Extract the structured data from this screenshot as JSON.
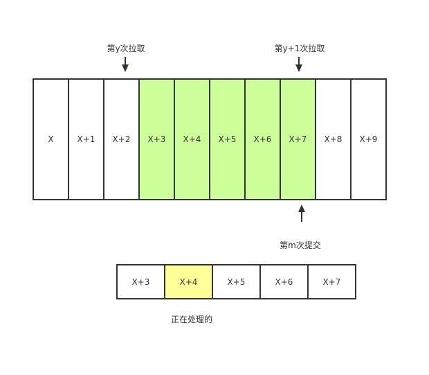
{
  "top_labels": {
    "pull_y": "第y次拉取",
    "pull_y1": "第y+1次拉取",
    "commit_m": "第m次提交"
  },
  "main_row": {
    "cells": [
      {
        "label": "X",
        "fill": "#ffffff"
      },
      {
        "label": "X+1",
        "fill": "#ffffff"
      },
      {
        "label": "X+2",
        "fill": "#ffffff"
      },
      {
        "label": "X+3",
        "fill": "#ccff99"
      },
      {
        "label": "X+4",
        "fill": "#ccff99"
      },
      {
        "label": "X+5",
        "fill": "#ccff99"
      },
      {
        "label": "X+6",
        "fill": "#ccff99"
      },
      {
        "label": "X+7",
        "fill": "#ccff99"
      },
      {
        "label": "X+8",
        "fill": "#ffffff"
      },
      {
        "label": "X+9",
        "fill": "#ffffff"
      }
    ]
  },
  "sub_row": {
    "cells": [
      {
        "label": "X+3",
        "fill": "#ffffff"
      },
      {
        "label": "X+4",
        "fill": "#ffff99"
      },
      {
        "label": "X+5",
        "fill": "#ffffff"
      },
      {
        "label": "X+6",
        "fill": "#ffffff"
      },
      {
        "label": "X+7",
        "fill": "#ffffff"
      }
    ],
    "caption": "正在处理的"
  },
  "colors": {
    "pulled_green": "#ccff99",
    "processing_yellow": "#ffff99",
    "stroke": "#333333"
  }
}
